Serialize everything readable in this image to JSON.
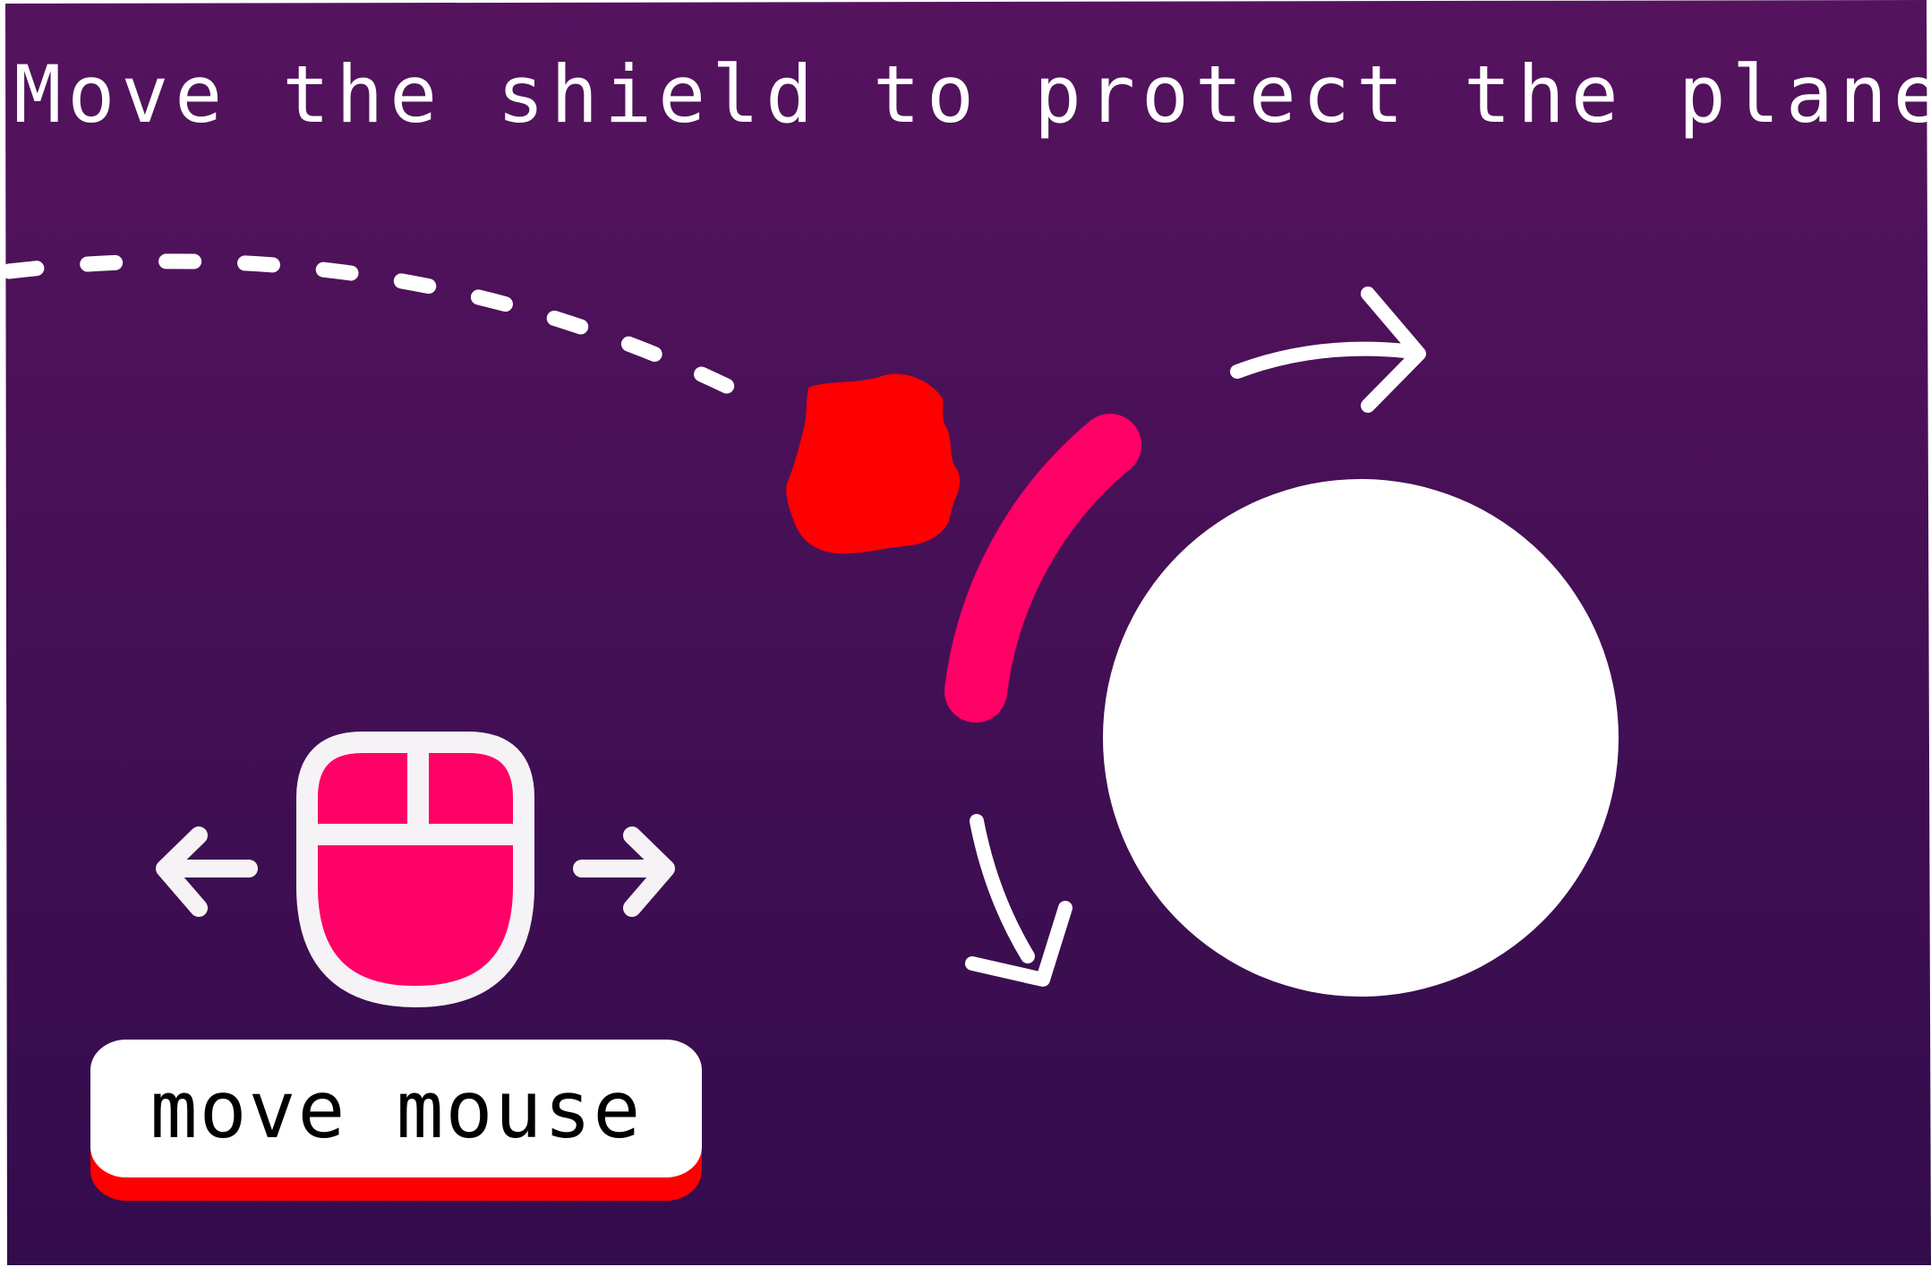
{
  "instruction": {
    "title": "Move the shield to protect the planet"
  },
  "controls": {
    "label": "move mouse",
    "device_icon": "mouse-icon",
    "left_arrow_icon": "arrow-left-icon",
    "right_arrow_icon": "arrow-right-icon"
  },
  "scene": {
    "planet_icon": "planet-circle",
    "shield_icon": "shield-arc",
    "asteroid_icon": "asteroid-blob",
    "trajectory_icon": "dotted-trajectory",
    "rotate_arrows": [
      "rotate-clockwise-arrow-top",
      "rotate-clockwise-arrow-bottom"
    ]
  },
  "colors": {
    "background_top": "#55135e",
    "background_bottom": "#330c4c",
    "accent": "#ff0066",
    "asteroid": "#ff0000",
    "planet": "#ffffff",
    "button_shadow": "#ff0000"
  }
}
